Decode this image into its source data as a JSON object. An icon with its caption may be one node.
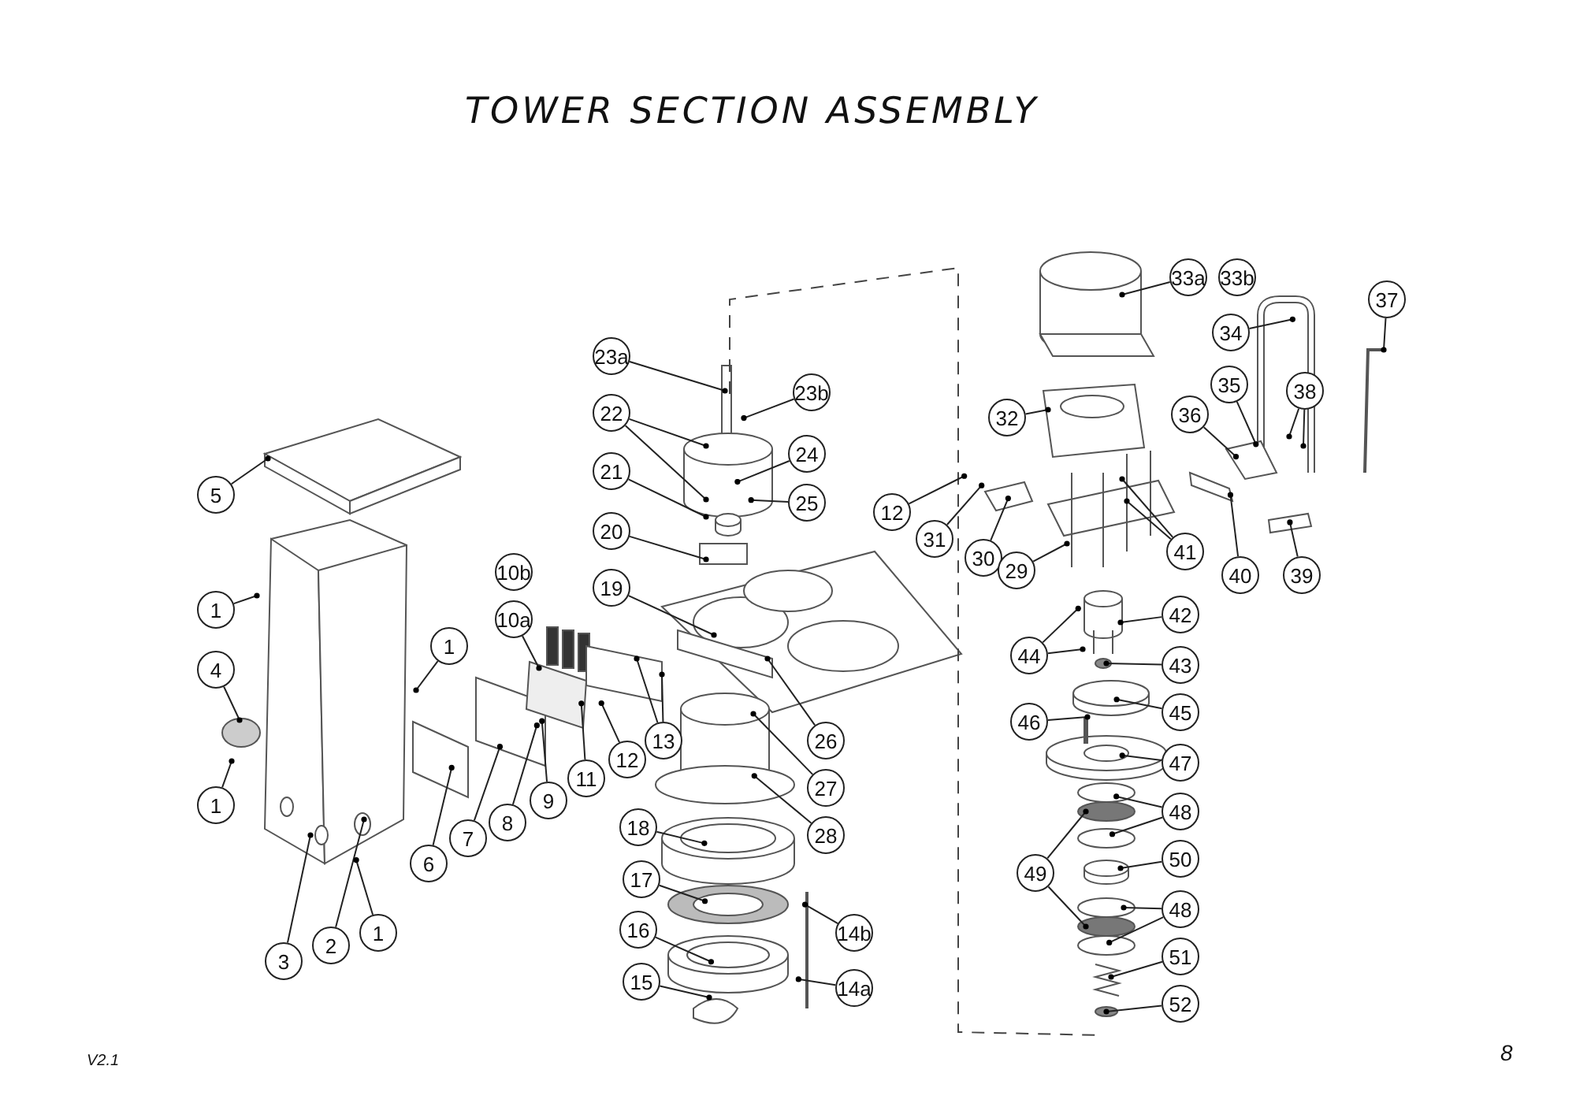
{
  "diagram": {
    "title": "TOWER SECTION ASSEMBLY",
    "nodes": [
      {
        "text": [
          "5"
        ]
      },
      {
        "text": [
          "1"
        ]
      },
      {
        "text": [
          "4"
        ]
      },
      {
        "text": [
          "1"
        ]
      },
      {
        "text": [
          "3"
        ]
      },
      {
        "text": [
          "2"
        ]
      },
      {
        "text": [
          "1"
        ]
      },
      {
        "text": [
          "1"
        ]
      },
      {
        "text": [
          "6"
        ]
      },
      {
        "text": [
          "7"
        ]
      },
      {
        "text": [
          "8"
        ]
      },
      {
        "text": [
          "9"
        ]
      },
      {
        "text": [
          "10b"
        ]
      },
      {
        "text": [
          "10a"
        ]
      },
      {
        "text": [
          "11"
        ]
      },
      {
        "text": [
          "12"
        ]
      },
      {
        "text": [
          "13"
        ]
      },
      {
        "text": [
          "23a"
        ]
      },
      {
        "text": [
          "22"
        ]
      },
      {
        "text": [
          "21"
        ]
      },
      {
        "text": [
          "20"
        ]
      },
      {
        "text": [
          "19"
        ]
      },
      {
        "text": [
          "18"
        ]
      },
      {
        "text": [
          "17"
        ]
      },
      {
        "text": [
          "16"
        ]
      },
      {
        "text": [
          "15"
        ]
      },
      {
        "text": [
          "23b"
        ]
      },
      {
        "text": [
          "24"
        ]
      },
      {
        "text": [
          "25"
        ]
      },
      {
        "text": [
          "26"
        ]
      },
      {
        "text": [
          "27"
        ]
      },
      {
        "text": [
          "28"
        ]
      },
      {
        "text": [
          "14b"
        ]
      },
      {
        "text": [
          "14a"
        ]
      },
      {
        "text": [
          "12"
        ]
      },
      {
        "text": [
          "31"
        ]
      },
      {
        "text": [
          "30"
        ]
      },
      {
        "text": [
          "29"
        ]
      },
      {
        "text": [
          "32"
        ]
      },
      {
        "text": [
          "33a"
        ]
      },
      {
        "text": [
          "33b"
        ]
      },
      {
        "text": [
          "34"
        ]
      },
      {
        "text": [
          "35"
        ]
      },
      {
        "text": [
          "36"
        ]
      },
      {
        "text": [
          "38"
        ]
      },
      {
        "text": [
          "37"
        ]
      },
      {
        "text": [
          "40"
        ]
      },
      {
        "text": [
          "39"
        ]
      },
      {
        "text": [
          "41"
        ]
      },
      {
        "text": [
          "42"
        ]
      },
      {
        "text": [
          "44"
        ]
      },
      {
        "text": [
          "43"
        ]
      },
      {
        "text": [
          "45"
        ]
      },
      {
        "text": [
          "46"
        ]
      },
      {
        "text": [
          "47"
        ]
      },
      {
        "text": [
          "48"
        ]
      },
      {
        "text": [
          "49"
        ]
      },
      {
        "text": [
          "50"
        ]
      },
      {
        "text": [
          "48"
        ]
      },
      {
        "text": [
          "51"
        ]
      },
      {
        "text": [
          "52"
        ]
      }
    ],
    "edges": [
      {
        "from": 0,
        "to": null,
        "arrow": "other"
      },
      {
        "from": 1,
        "to": null,
        "arrow": "other"
      },
      {
        "from": 2,
        "to": null,
        "arrow": "other"
      },
      {
        "from": 3,
        "to": null,
        "arrow": "other"
      },
      {
        "from": 4,
        "to": null,
        "arrow": "other"
      },
      {
        "from": 5,
        "to": null,
        "arrow": "other"
      },
      {
        "from": 6,
        "to": null,
        "arrow": "other"
      },
      {
        "from": 7,
        "to": null,
        "arrow": "other"
      },
      {
        "from": 8,
        "to": null,
        "arrow": "other"
      },
      {
        "from": 9,
        "to": null,
        "arrow": "other"
      },
      {
        "from": 10,
        "to": null,
        "arrow": "other"
      },
      {
        "from": 11,
        "to": null,
        "arrow": "other"
      },
      {
        "from": 13,
        "to": null,
        "arrow": "other"
      },
      {
        "from": 14,
        "to": null,
        "arrow": "other"
      },
      {
        "from": 15,
        "to": null,
        "arrow": "other"
      },
      {
        "from": 16,
        "to": null,
        "arrow": "other"
      },
      {
        "from": 16,
        "to": null,
        "arrow": "other"
      },
      {
        "from": 17,
        "to": null,
        "arrow": "other"
      },
      {
        "from": 18,
        "to": null,
        "arrow": "other"
      },
      {
        "from": 18,
        "to": null,
        "arrow": "other"
      },
      {
        "from": 19,
        "to": null,
        "arrow": "other"
      },
      {
        "from": 20,
        "to": null,
        "arrow": "other"
      },
      {
        "from": 21,
        "to": null,
        "arrow": "other"
      },
      {
        "from": 22,
        "to": null,
        "arrow": "other"
      },
      {
        "from": 23,
        "to": null,
        "arrow": "other"
      },
      {
        "from": 24,
        "to": null,
        "arrow": "other"
      },
      {
        "from": 25,
        "to": null,
        "arrow": "other"
      },
      {
        "from": 26,
        "to": null,
        "arrow": "other"
      },
      {
        "from": 27,
        "to": null,
        "arrow": "other"
      },
      {
        "from": 28,
        "to": null,
        "arrow": "other"
      },
      {
        "from": 29,
        "to": null,
        "arrow": "other"
      },
      {
        "from": 30,
        "to": null,
        "arrow": "other"
      },
      {
        "from": 31,
        "to": null,
        "arrow": "other"
      },
      {
        "from": 32,
        "to": null,
        "arrow": "other"
      },
      {
        "from": 33,
        "to": null,
        "arrow": "other"
      },
      {
        "from": 34,
        "to": null,
        "arrow": "other"
      },
      {
        "from": 35,
        "to": null,
        "arrow": "other"
      },
      {
        "from": 36,
        "to": null,
        "arrow": "other"
      },
      {
        "from": 37,
        "to": null,
        "arrow": "other"
      },
      {
        "from": 38,
        "to": null,
        "arrow": "other"
      },
      {
        "from": 39,
        "to": null,
        "arrow": "other"
      },
      {
        "from": 41,
        "to": null,
        "arrow": "other"
      },
      {
        "from": 42,
        "to": null,
        "arrow": "other"
      },
      {
        "from": 43,
        "to": null,
        "arrow": "other"
      },
      {
        "from": 44,
        "to": null,
        "arrow": "other"
      },
      {
        "from": 44,
        "to": null,
        "arrow": "other"
      },
      {
        "from": 45,
        "to": null,
        "arrow": "other"
      },
      {
        "from": 46,
        "to": null,
        "arrow": "other"
      },
      {
        "from": 47,
        "to": null,
        "arrow": "other"
      },
      {
        "from": 48,
        "to": null,
        "arrow": "other"
      },
      {
        "from": 48,
        "to": null,
        "arrow": "other"
      },
      {
        "from": 49,
        "to": null,
        "arrow": "other"
      },
      {
        "from": 50,
        "to": null,
        "arrow": "other"
      },
      {
        "from": 50,
        "to": null,
        "arrow": "other"
      },
      {
        "from": 51,
        "to": null,
        "arrow": "other"
      },
      {
        "from": 52,
        "to": null,
        "arrow": "other"
      },
      {
        "from": 53,
        "to": null,
        "arrow": "other"
      },
      {
        "from": 54,
        "to": null,
        "arrow": "other"
      },
      {
        "from": 55,
        "to": null,
        "arrow": "other"
      },
      {
        "from": 55,
        "to": null,
        "arrow": "other"
      },
      {
        "from": 56,
        "to": null,
        "arrow": "other"
      },
      {
        "from": 56,
        "to": null,
        "arrow": "other"
      },
      {
        "from": 57,
        "to": null,
        "arrow": "other"
      },
      {
        "from": 58,
        "to": null,
        "arrow": "other"
      },
      {
        "from": 58,
        "to": null,
        "arrow": "other"
      },
      {
        "from": 59,
        "to": null,
        "arrow": "other"
      },
      {
        "from": 60,
        "to": null,
        "arrow": "other"
      }
    ],
    "labels": [
      "V2.1",
      "8"
    ]
  }
}
